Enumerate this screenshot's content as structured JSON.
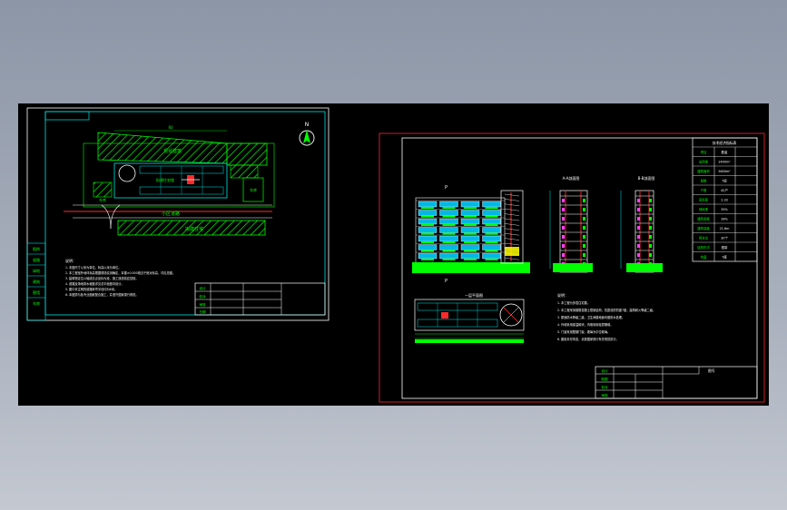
{
  "sheet_left": {
    "compass_letter": "N",
    "road_label": "小区道路",
    "building_label": "拟建住宅楼",
    "north_block_label": "现状建筑",
    "south_block_label": "拟建住宅",
    "side_label_left": "车库",
    "side_label_right": "车库",
    "dimension": "60",
    "notes_title": "说明：",
    "notes": [
      "1. 本图尺寸以米为单位，标高以米为单位。",
      "2. 本工程室外地坪标高根据现场实测确定，本楼±0.000相当于绝对标高，详见总图。",
      "3. 建筑物定位以轴线交点坐标为准，施工放线前应复核。",
      "4. 道路及场地排水坡度详见总平面竖向设计。",
      "5. 图中未注明的道路转弯半径均为6米。",
      "6. 本图须与各专业图纸配合施工，并遵守国家现行规范。"
    ],
    "legend_rows": [
      "图例",
      "道路",
      "绿地",
      "建筑",
      "围墙",
      "车库"
    ],
    "title_block_rows": [
      "设计",
      "校对",
      "审核",
      "日期"
    ]
  },
  "sheet_right": {
    "elevation_label_top": "P",
    "elevation_label_bottom": "P",
    "section_a_title": "A-A剖面图",
    "section_b_title": "B-B剖面图",
    "plan_title": "一层平面图",
    "notes_title": "说明：",
    "notes": [
      "1. 本工程为多层住宅楼。",
      "2. 本工程采用钢筋混凝土框架结构，抗震设防烈度7度，建筑耐火等级二级。",
      "3. 屋面防水等级二级，卫生间楼地面均做防水处理。",
      "4. 外墙采用保温砌块，内墙采用轻质隔墙。",
      "5. 门窗采用塑钢门窗，玻璃为中空玻璃。",
      "6. 图纸未尽事宜，请按国家现行有关规范执行。"
    ],
    "table_title": "技术经济指标表",
    "table_rows": [
      [
        "项目",
        "数量"
      ],
      [
        "总用地",
        "2400m²"
      ],
      [
        "建筑面积",
        "5600m²"
      ],
      [
        "层数",
        "7层"
      ],
      [
        "户数",
        "42户"
      ],
      [
        "容积率",
        "2.33"
      ],
      [
        "绿地率",
        "35%"
      ],
      [
        "建筑密度",
        "28%"
      ],
      [
        "建筑高度",
        "21.6m"
      ],
      [
        "停车位",
        "30个"
      ],
      [
        "结构形式",
        "框架"
      ],
      [
        "抗震",
        "7度"
      ]
    ],
    "title_block_rows": [
      "设计",
      "制图",
      "校对",
      "审核"
    ],
    "drawing_no_label": "图号"
  },
  "colors": {
    "background": "#000000",
    "cyan": "#00e5e5",
    "green": "#00ff00",
    "white": "#ffffff",
    "red": "#ff2a2a",
    "magenta": "#ff40ff",
    "yellow": "#ffff00",
    "blue": "#1a4dff",
    "frame_red": "#c81e2a"
  }
}
